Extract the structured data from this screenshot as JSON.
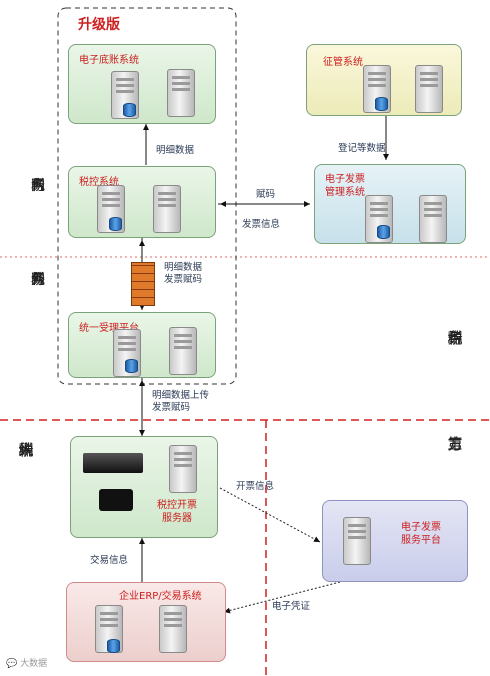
{
  "upgrade_title": "升级版",
  "systems": {
    "ledger": "电子底账系统",
    "tax_control": "税控系统",
    "acceptance": "统一受理平台",
    "collection": "征管系统",
    "einvoice_mgmt_line1": "电子发票",
    "einvoice_mgmt_line2": "管理系统",
    "tax_server_line1": "税控开票",
    "tax_server_line2": "服务器",
    "third_party_line1": "电子发票",
    "third_party_line2": "服务平台",
    "erp": "企业ERP/交易系统"
  },
  "labels": {
    "detail_data": "明细数据",
    "registration": "登记等数据",
    "assign_code": "赋码",
    "invoice_info": "发票信息",
    "fw_line1": "明细数据",
    "fw_line2": "发票赋码",
    "upload_line1": "明细数据上传",
    "upload_line2": "发票赋码",
    "issue_info": "开票信息",
    "trade_info": "交易信息",
    "e_voucher": "电子凭证"
  },
  "zones": {
    "internal": [
      "税",
      "务",
      "内",
      "网"
    ],
    "external": [
      "税",
      "务",
      "外",
      "网"
    ],
    "tax_side": [
      "税",
      "务",
      "端"
    ],
    "taxpayer": [
      "纳",
      "税",
      "人",
      "端"
    ],
    "third": [
      "第",
      "三",
      "方"
    ]
  },
  "watermark": "大数据"
}
